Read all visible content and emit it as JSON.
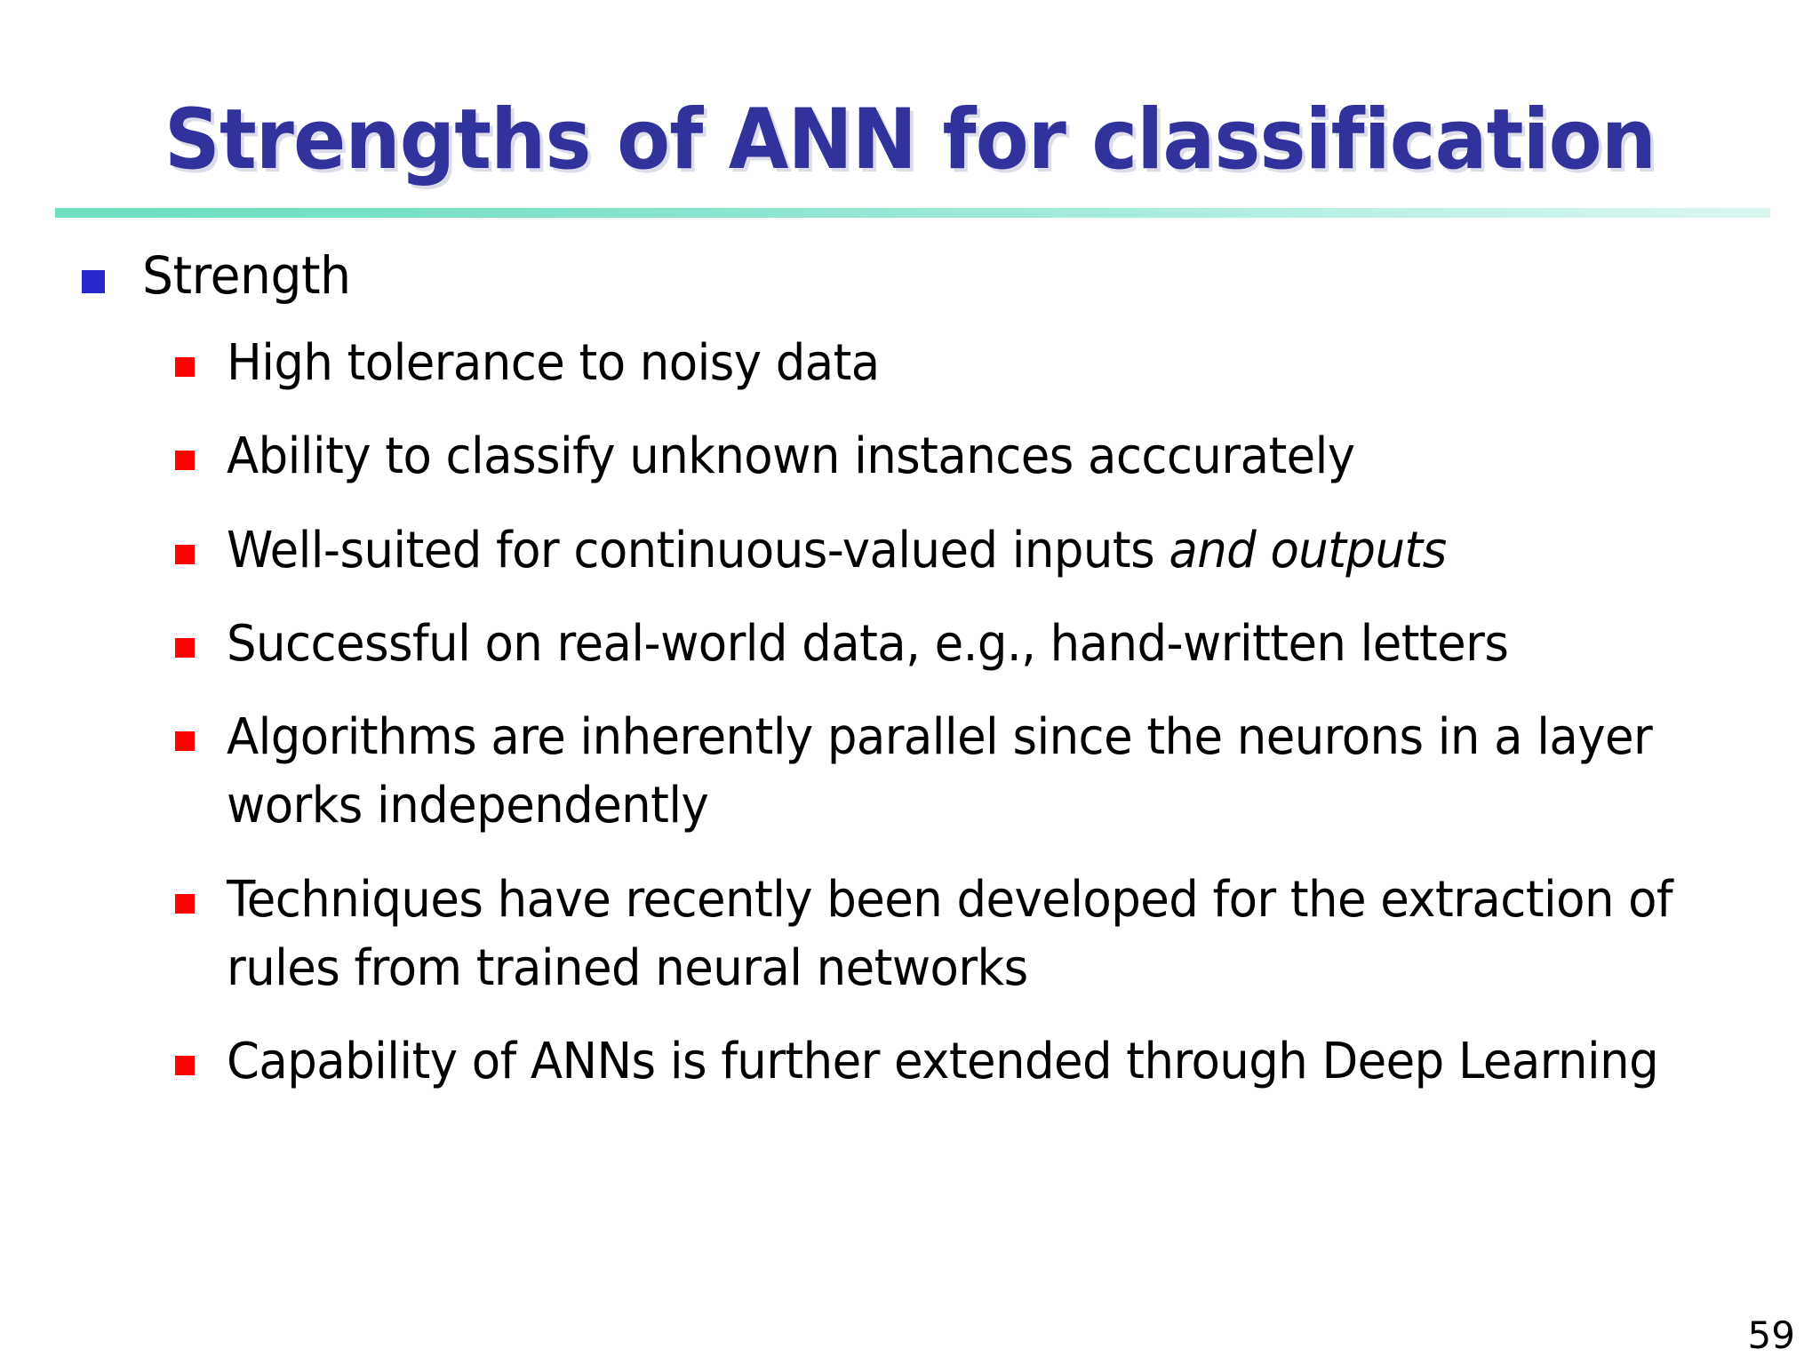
{
  "slide": {
    "title": "Strengths of ANN for classification",
    "page_number": "59",
    "colors": {
      "title": "#32329C",
      "rule_start": "#6FDFC0",
      "rule_end": "#DCF7F1",
      "bullet_level1": "#2727CC",
      "bullet_level2": "#FF0000",
      "body_text": "#000000",
      "background": "#FFFFFF"
    },
    "icons": {
      "level1_bullet": "blue-square-bullet-icon",
      "level2_bullet": "red-square-bullet-icon"
    }
  },
  "content": {
    "level1": {
      "label": "Strength"
    },
    "level2": [
      {
        "text": "High tolerance to noisy data",
        "italic_tail": ""
      },
      {
        "text": "Ability to classify unknown instances acccurately",
        "italic_tail": ""
      },
      {
        "text": "Well-suited for continuous-valued inputs ",
        "italic_tail": "and outputs"
      },
      {
        "text": "Successful on real-world data, e.g., hand-written letters",
        "italic_tail": ""
      },
      {
        "text": "Algorithms are inherently parallel since the neurons in a layer works independently",
        "italic_tail": ""
      },
      {
        "text": "Techniques have recently been developed for the extraction of rules from trained neural networks",
        "italic_tail": ""
      },
      {
        "text": "Capability of ANNs is further extended through Deep Learning",
        "italic_tail": ""
      }
    ]
  }
}
